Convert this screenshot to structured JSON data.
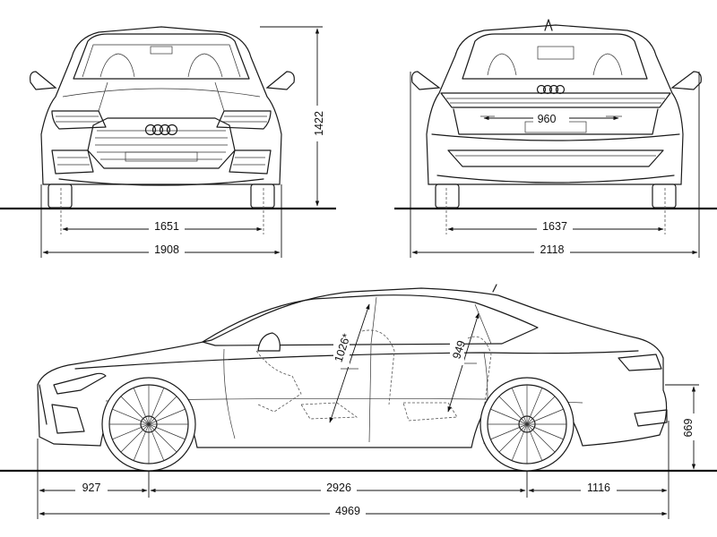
{
  "dimensions": {
    "front_overall_height": "1422",
    "front_track": "1651",
    "front_overall_width": "1908",
    "rear_trunk_opening_width": "960",
    "rear_track": "1637",
    "rear_overall_width": "2118",
    "front_headroom": "1026*",
    "rear_headroom": "949",
    "loading_sill_height": "669",
    "front_overhang": "927",
    "wheelbase": "2926",
    "rear_overhang": "1116",
    "overall_length": "4969"
  },
  "views": [
    "front-view",
    "rear-view",
    "side-view"
  ],
  "colors": {
    "line": "#1a1a1a",
    "background": "#ffffff"
  }
}
